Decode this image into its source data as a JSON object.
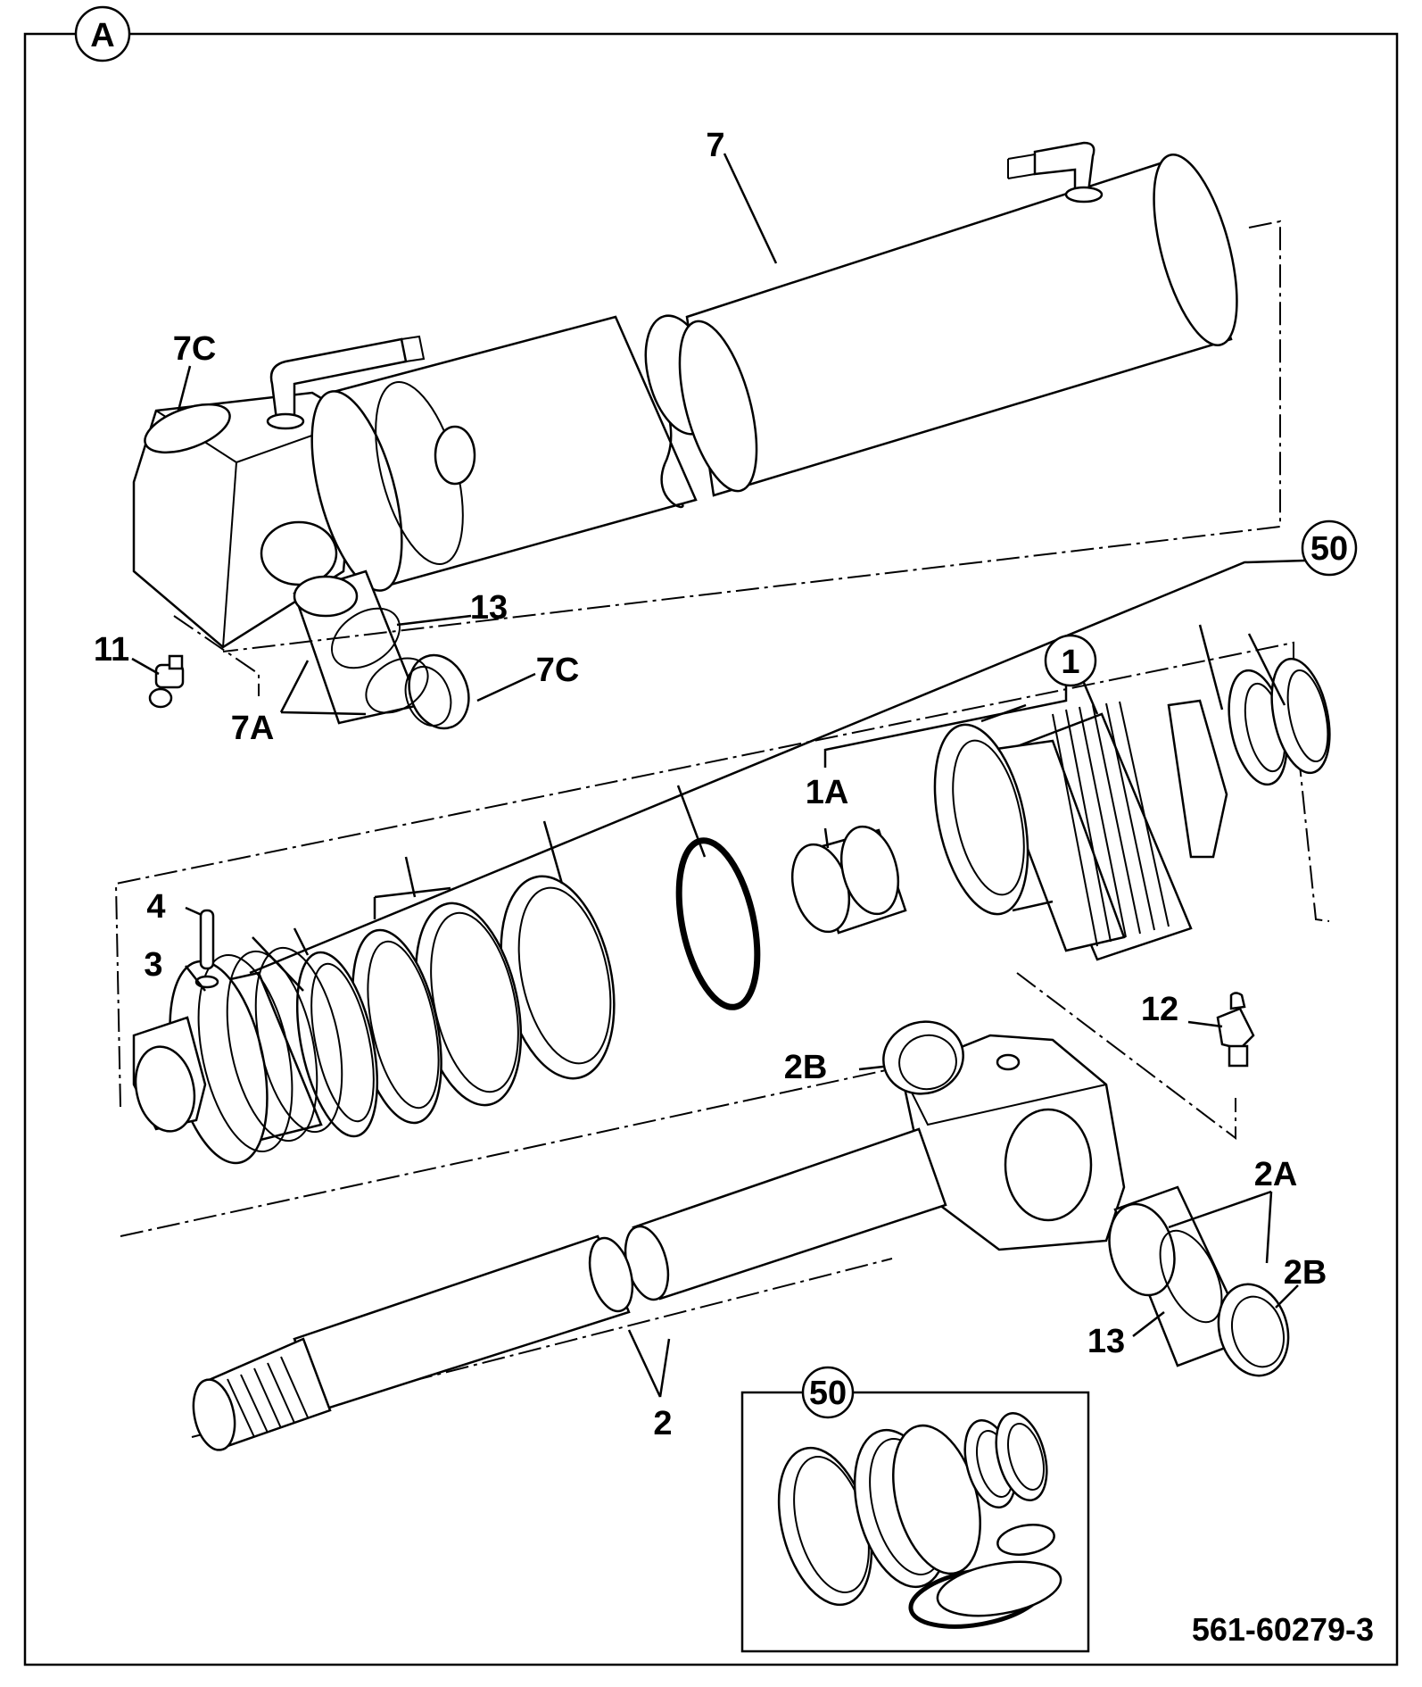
{
  "view_label": "A",
  "drawing_number": "561-60279-3",
  "callouts": {
    "c7": "7",
    "c7c_top": "7C",
    "c7c_right": "7C",
    "c13_top": "13",
    "c11": "11",
    "c7a": "7A",
    "c50_main": "50",
    "c1": "1",
    "c1a": "1A",
    "c4": "4",
    "c3": "3",
    "c12": "12",
    "c2b_left": "2B",
    "c2a": "2A",
    "c2b_right": "2B",
    "c13_bottom": "13",
    "c2": "2",
    "c50_kit": "50"
  }
}
